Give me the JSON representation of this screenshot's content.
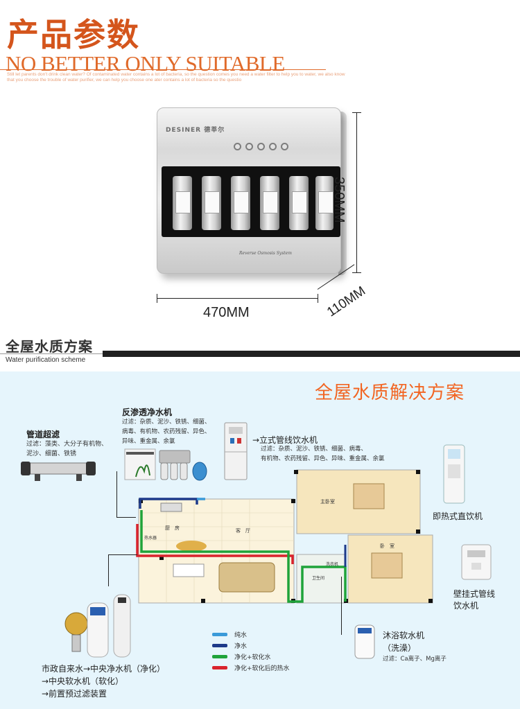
{
  "header": {
    "title_cn": "产品参数",
    "title_en": "NO BETTER  ONLY SUITABLE",
    "small_text": "Still let parents don't drink clean water? Of contaminated water contains a lot of bacteria, so the question comes you need a water filter to help you to water, we also know that you choose the trouble of water purifier, we can help you choose one ater contains a lot of bacteria so the questio"
  },
  "product": {
    "brand": "DESINER 德莘尔",
    "tagline": "Reverse Osmosis System",
    "dimensions": {
      "height": "350MM",
      "width": "470MM",
      "depth": "110MM"
    }
  },
  "scheme": {
    "title_cn": "全屋水质方案",
    "title_en": "Water purification scheme",
    "heading": "全屋水质解决方案"
  },
  "labels": {
    "pipe_uf": {
      "title": "管道超滤",
      "desc1": "过滤：藻类、大分子有机物、",
      "desc2": "泥沙、细菌、铁锈"
    },
    "ro": {
      "title": "反渗透净水机",
      "desc1": "过滤：杂质、泥沙、铁锈、细菌、",
      "desc2": "病毒、有机物、农药残留、异色、",
      "desc3": "异味、重金属、余氯"
    },
    "vertical": {
      "title": "→立式管线饮水机",
      "desc1": "过滤：杂质、泥沙、铁锈、细菌、病毒、",
      "desc2": "有机物、农药残留、异色、异味、重金属、余氯"
    },
    "instant": {
      "title": "即热式直饮机"
    },
    "wall": {
      "title1": "壁挂式管线",
      "title2": "饮水机"
    },
    "bath": {
      "title1": "沐浴软水机",
      "title2": "（洗澡）",
      "desc": "过滤：Ca离子、Mg离子"
    }
  },
  "rooms": {
    "kitchen": "厨　房",
    "heater": "热水器",
    "living": "客　厅",
    "master": "主卧室",
    "bedroom": "卧　室",
    "washer": "洗衣机",
    "bathroom": "卫生间"
  },
  "legend": [
    {
      "label": "纯水",
      "color": "#3a9ad9"
    },
    {
      "label": "净水",
      "color": "#1d3a8a"
    },
    {
      "label": "净化+软化水",
      "color": "#1fa33a"
    },
    {
      "label": "净化+软化后的热水",
      "color": "#d9232d"
    }
  ],
  "bottom": {
    "line1": "市政自来水→中央净水机（净化）",
    "line2": "→中央软水机（软化）",
    "line3": "→前置预过滤装置"
  }
}
